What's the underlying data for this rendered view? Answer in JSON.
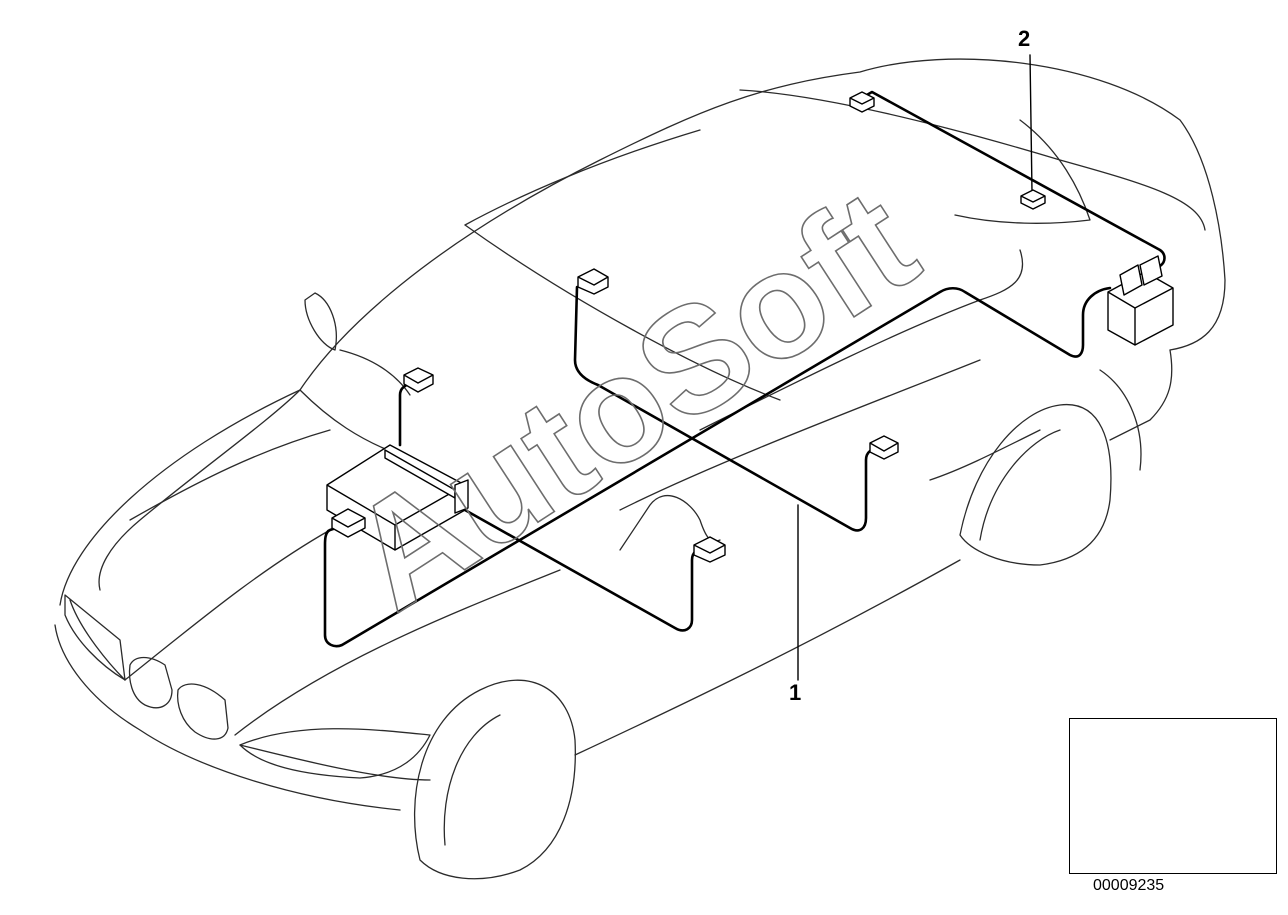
{
  "callouts": {
    "part_1": "1",
    "part_2": "2"
  },
  "diagram_number": "00009235",
  "watermark": "AutoSoft",
  "colors": {
    "line": "#000000",
    "outline": "#2b2b2b",
    "watermark": "#6d6d6d",
    "background": "#ffffff"
  }
}
